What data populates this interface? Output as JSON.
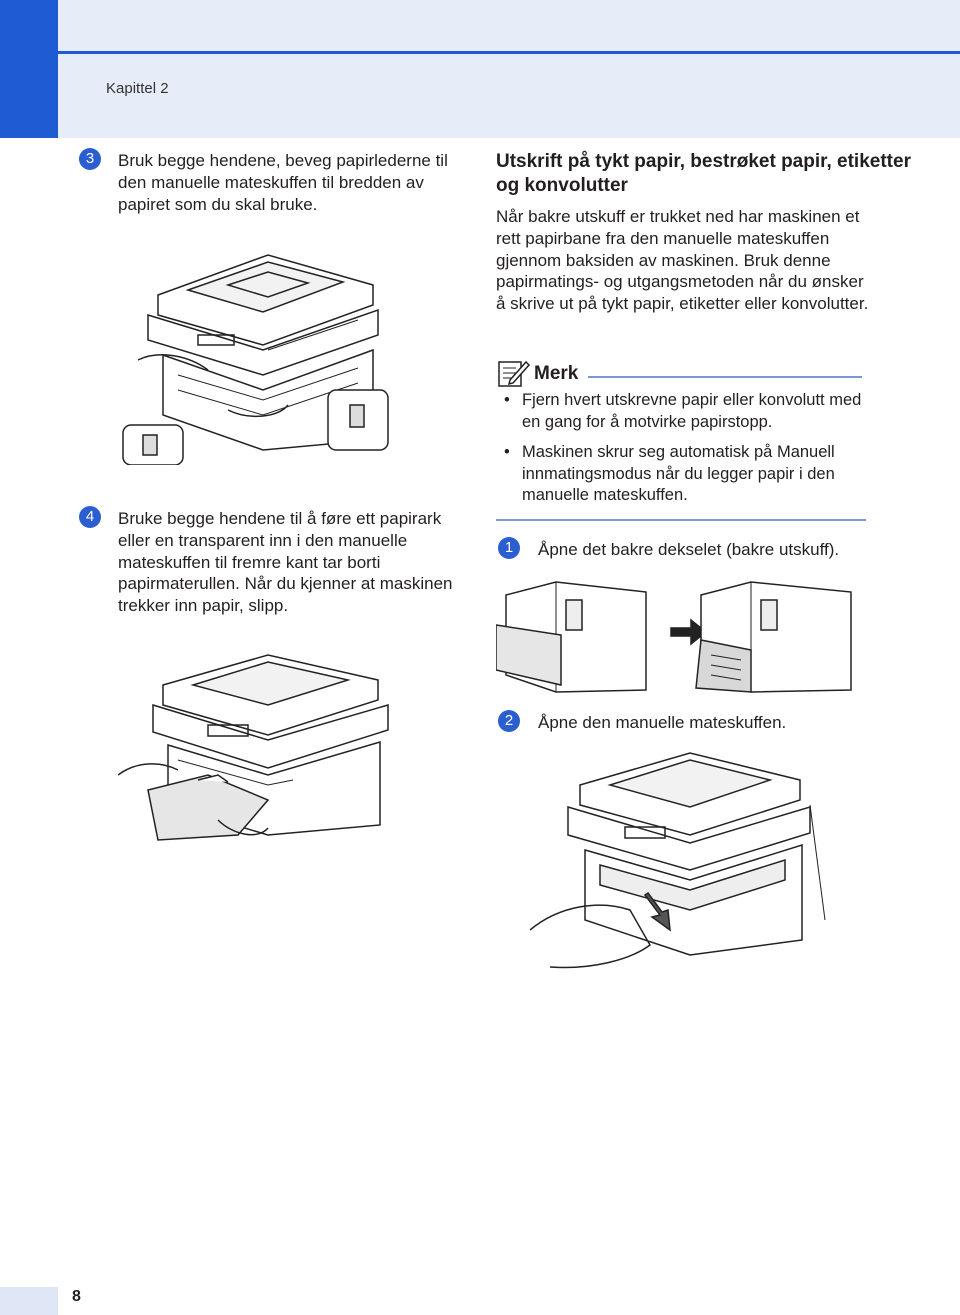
{
  "header": {
    "chapter": "Kapittel 2"
  },
  "left": {
    "step3": {
      "badge": "3",
      "text": "Bruk begge hendene, beveg papirlederne til den manuelle mateskuffen til bredden av papiret som du skal bruke."
    },
    "step4": {
      "badge": "4",
      "text": "Bruke begge hendene til å føre ett papirark eller en transparent inn i den manuelle mateskuffen til fremre kant tar borti papirmaterullen. Når du kjenner at maskinen trekker inn papir, slipp."
    }
  },
  "right": {
    "heading": "Utskrift på tykt papir, bestrøket papir, etiketter og konvolutter",
    "intro": "Når bakre utskuff er trukket ned har maskinen et rett papirbane fra den manuelle mateskuffen gjennom baksiden av maskinen. Bruk denne papirmatings- og utgangsmetoden når du ønsker å skrive ut på tykt papir, etiketter eller konvolutter.",
    "note": {
      "title": "Merk",
      "items": [
        "Fjern hvert utskrevne papir eller konvolutt med en gang for å motvirke papirstopp.",
        "Maskinen skrur seg automatisk på Manuell innmatingsmodus når du legger papir i den manuelle mateskuffen."
      ]
    },
    "step1": {
      "badge": "1",
      "text": "Åpne det bakre dekselet (bakre utskuff)."
    },
    "step2": {
      "badge": "2",
      "text": "Åpne den manuelle mateskuffen."
    }
  },
  "footer": {
    "page_number": "8"
  },
  "colors": {
    "accent": "#1f5cd4",
    "band": "#e6ecf8",
    "rule": "#7d97cf"
  }
}
